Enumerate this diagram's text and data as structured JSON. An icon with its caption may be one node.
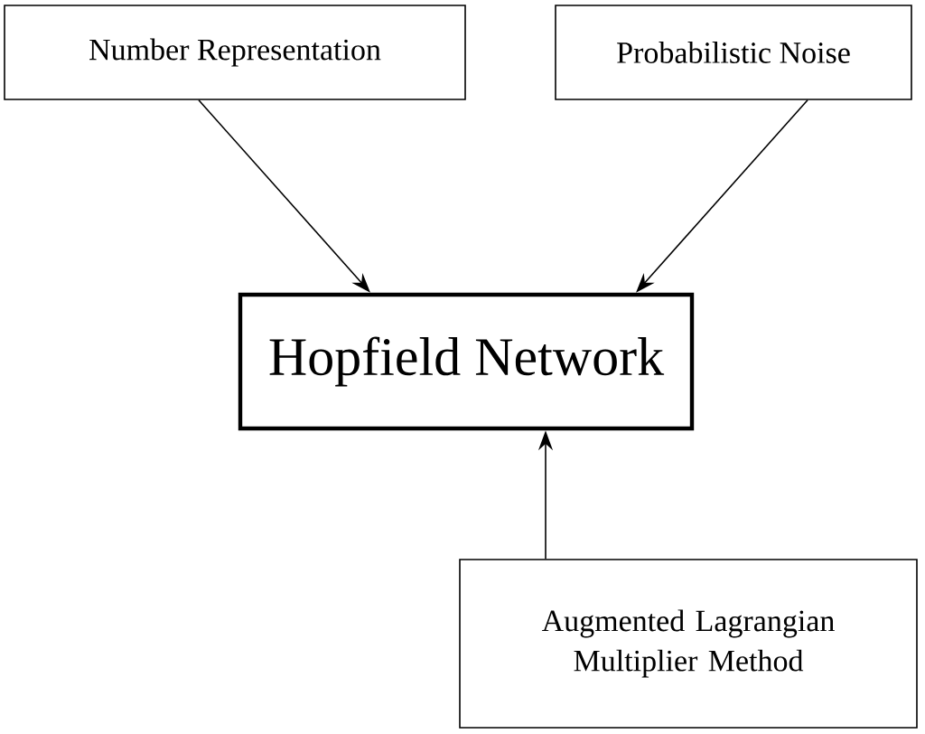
{
  "diagram": {
    "nodes": [
      {
        "text": [
          "Number Representation"
        ]
      },
      {
        "text": [
          "Probabilistic Noise"
        ]
      },
      {
        "text": [
          "Hopfield Network"
        ]
      },
      {
        "text": [
          "Augmented Lagrangian Multiplier Method"
        ]
      }
    ],
    "edges": [
      {
        "from": 0,
        "to": 2,
        "arrow": "to"
      },
      {
        "from": 1,
        "to": 2,
        "arrow": "to"
      },
      {
        "from": 3,
        "to": 2,
        "arrow": "to"
      }
    ]
  }
}
